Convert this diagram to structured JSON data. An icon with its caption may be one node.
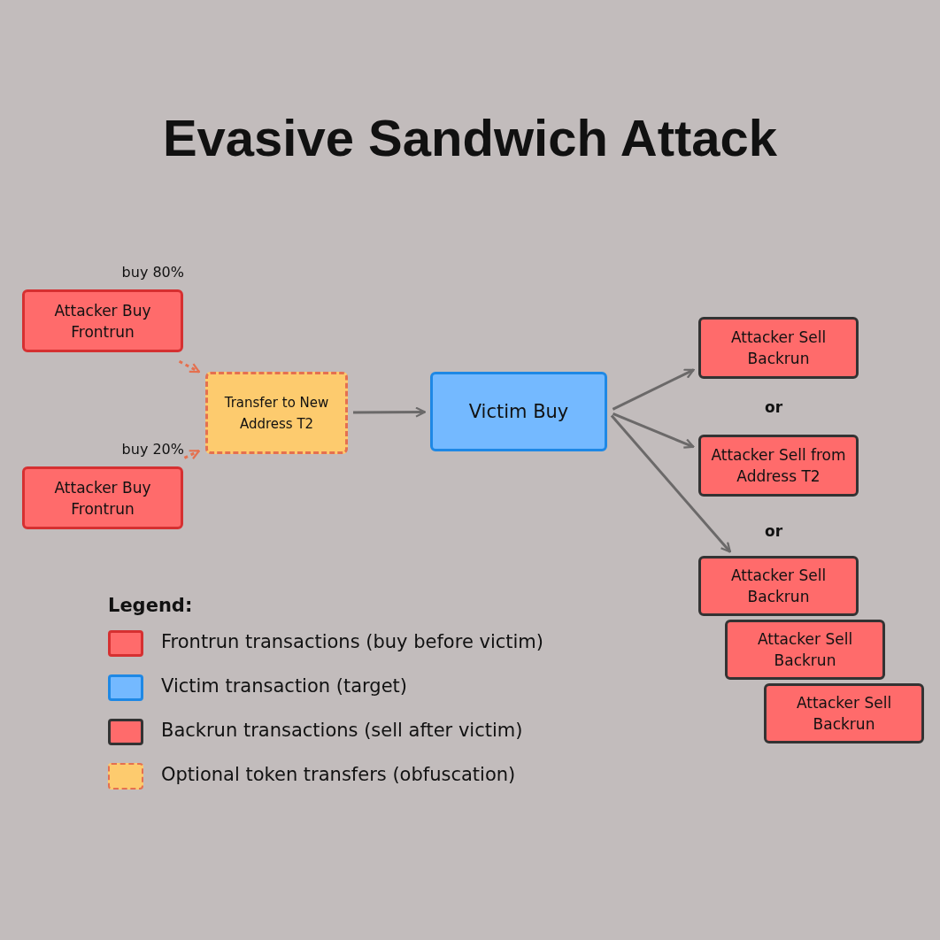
{
  "diagram": {
    "title": "Evasive Sandwich Attack",
    "nodes": [
      {
        "text": [
          "Attacker Buy Frontrun"
        ],
        "beside": [
          "buy 80%"
        ]
      },
      {
        "text": [
          "Attacker Buy Frontrun"
        ],
        "beside": [
          "buy 20%"
        ]
      },
      {
        "text": [
          "Transfer to New Address T2"
        ]
      },
      {
        "text": [
          "Victim Buy"
        ]
      },
      {
        "text": [
          "Attacker Sell Backrun"
        ]
      },
      {
        "text": [
          "Attacker Sell from Address T2"
        ]
      },
      {
        "text": [
          "Attacker Sell Backrun"
        ]
      },
      {
        "text": [
          "Attacker Sell Backrun"
        ]
      },
      {
        "text": [
          "Attacker Sell Backrun"
        ]
      }
    ],
    "edges": [
      {
        "from": 0,
        "to": 2,
        "arrow": "to",
        "style": "dashed",
        "color": "#e5704f"
      },
      {
        "from": 1,
        "to": 2,
        "arrow": "to",
        "style": "dashed",
        "color": "#e5704f"
      },
      {
        "from": 2,
        "to": 3,
        "arrow": "to"
      },
      {
        "from": 3,
        "to": 4,
        "arrow": "to"
      },
      {
        "from": 3,
        "to": 5,
        "arrow": "to"
      },
      {
        "from": 3,
        "to": 6,
        "arrow": "to"
      }
    ],
    "labels": [
      "or",
      "or",
      "Legend:"
    ],
    "legend": [
      {
        "text": "Frontrun transactions (buy before victim)",
        "color": "#ff6b6b"
      },
      {
        "text": "Victim transaction (target)",
        "color": "#74b9ff"
      },
      {
        "text": "Backrun transactions (sell after victim)",
        "color": "#ff6b6b"
      },
      {
        "text": "Optional token transfers (obfuscation)",
        "color": "#fdcb6e"
      }
    ]
  }
}
